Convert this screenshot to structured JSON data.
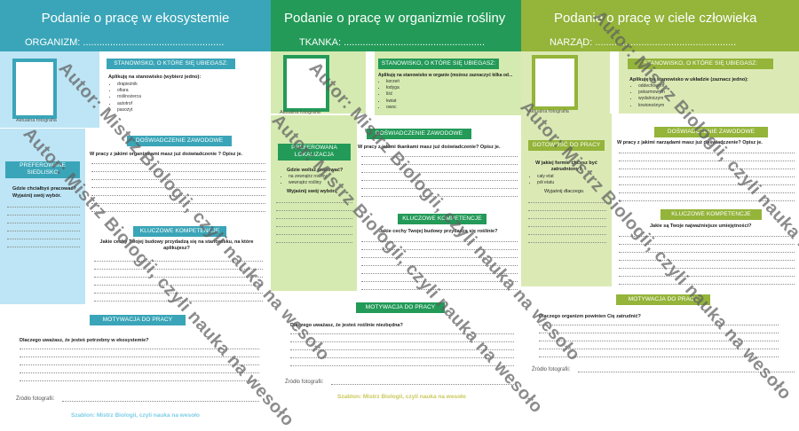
{
  "colors": {
    "sheet1_accent": "#3aa5b8",
    "sheet1_panel": "#bde5f5",
    "sheet2_accent": "#239a58",
    "sheet2_panel": "#d5eab0",
    "sheet3_accent": "#94b43a",
    "sheet3_panel": "#dbeab5",
    "dots": "#8a8a8a",
    "watermark": "#5f5f5f"
  },
  "sheets": [
    {
      "title": "Podanie o pracę w ekosystemie",
      "field": "ORGANIZM: ....................................................",
      "photo_caption": "Aktualna fotografia",
      "position": {
        "heading": "STANOWISKO, O KTÓRE SIĘ UBIEGASZ:",
        "prompt": "Aplikuję na stanowisko (wybierz jedno):",
        "options": [
          "drapieżnik",
          "ofiara",
          "roślinożerca",
          "autotrof",
          "pasożyt"
        ]
      },
      "preference": {
        "heading": "PREFEROWANE SIEDLISKO",
        "question": "Gdzie chciałbyś pracować?",
        "sub": "Wyjaśnij swój wybór."
      },
      "experience": {
        "heading": "DOŚWIADCZENIE ZAWODOWE",
        "question": "W pracy z jakimi organizmami masz już doświadczenie ? Opisz je."
      },
      "competence": {
        "heading": "KLUCZOWE KOMPETENCJE",
        "question": "Jakie cechy Twojej budowy przydadzą się na stanowisku, na które aplikujesz?"
      },
      "motivation": {
        "heading": "MOTYWACJA DO PRACY",
        "question": "Dlaczego uważasz, że jesteś potrzebny w ekosystemie?"
      },
      "source": "Źródło fotografii:",
      "credit": "Szablon: Mistrz Biologii, czyli nauka na wesoło"
    },
    {
      "title": "Podanie o pracę w organizmie rośliny",
      "field": "TKANKA: ....................................................",
      "photo_caption": "Aktualna fotografia",
      "position": {
        "heading": "STANOWISKO, O KTÓRE SIĘ UBIEGASZ:",
        "prompt": "Aplikuję na stanowisko w organie (możesz zaznaczyć kilka od...",
        "options": [
          "korzeń",
          "łodyga",
          "liść",
          "kwiat",
          "owoc"
        ]
      },
      "preference": {
        "heading": "PREFEROWANA LOKALIZACJA",
        "question": "Gdzie wolisz pracować?",
        "options": [
          "na zewnątrz rośliny",
          "wewnątrz rośliny"
        ],
        "sub": "Wyjaśnij swój wybór."
      },
      "experience": {
        "heading": "DOŚWIADCZENIE ZAWODOWE",
        "question": "W pracy z jakimi tkankami masz już doświadczenie? Opisz je."
      },
      "competence": {
        "heading": "KLUCZOWE KOMPETENCJE",
        "question": "Jakie cechy Twojej budowy przydadzą się roślinie?"
      },
      "motivation": {
        "heading": "MOTYWACJA DO PRACY",
        "question": "Dlaczego uważasz, że jesteś roślinie niezbędna?"
      },
      "source": "Źródło fotografii:",
      "credit": "Szablon: Mistrz Biologii, czyli nauka na wesoło"
    },
    {
      "title": "Podanie o pracę w ciele człowieka",
      "field": "NARZĄD: ....................................................",
      "photo_caption": "Aktualna fotografia",
      "position": {
        "heading": "STANOWISKO, O KTÓRE SIĘ UBIEGASZ:",
        "prompt": "Aplikuję na stanowisko w układzie (zaznacz jedno):",
        "options": [
          "oddechowym",
          "pokarmowym",
          "wydalniczym",
          "krwionośnym"
        ]
      },
      "preference": {
        "heading": "GOTOWOŚĆ DO PRACY",
        "question": "W jakiej formie chcesz być zatrudniony?",
        "options": [
          "cały etat",
          "pół etatu"
        ],
        "sub": "Wyjaśnij dlaczego."
      },
      "experience": {
        "heading": "DOŚWIADCZENIE ZAWODOWE",
        "question": "W pracy z jakimi narządami masz już doświadczenie? Opisz je."
      },
      "competence": {
        "heading": "KLUCZOWE KOMPETENCJE",
        "question": "Jakie są Twoje najważniejsze umiejętności?"
      },
      "motivation": {
        "heading": "MOTYWACJA DO PRACY",
        "question": "Dlaczego organizm powinien Cię zatrudnić?"
      },
      "source": "Źródło fotografii:"
    }
  ],
  "watermark": "Autor: Mistrz Biologii, czyli nauka na wesoło"
}
